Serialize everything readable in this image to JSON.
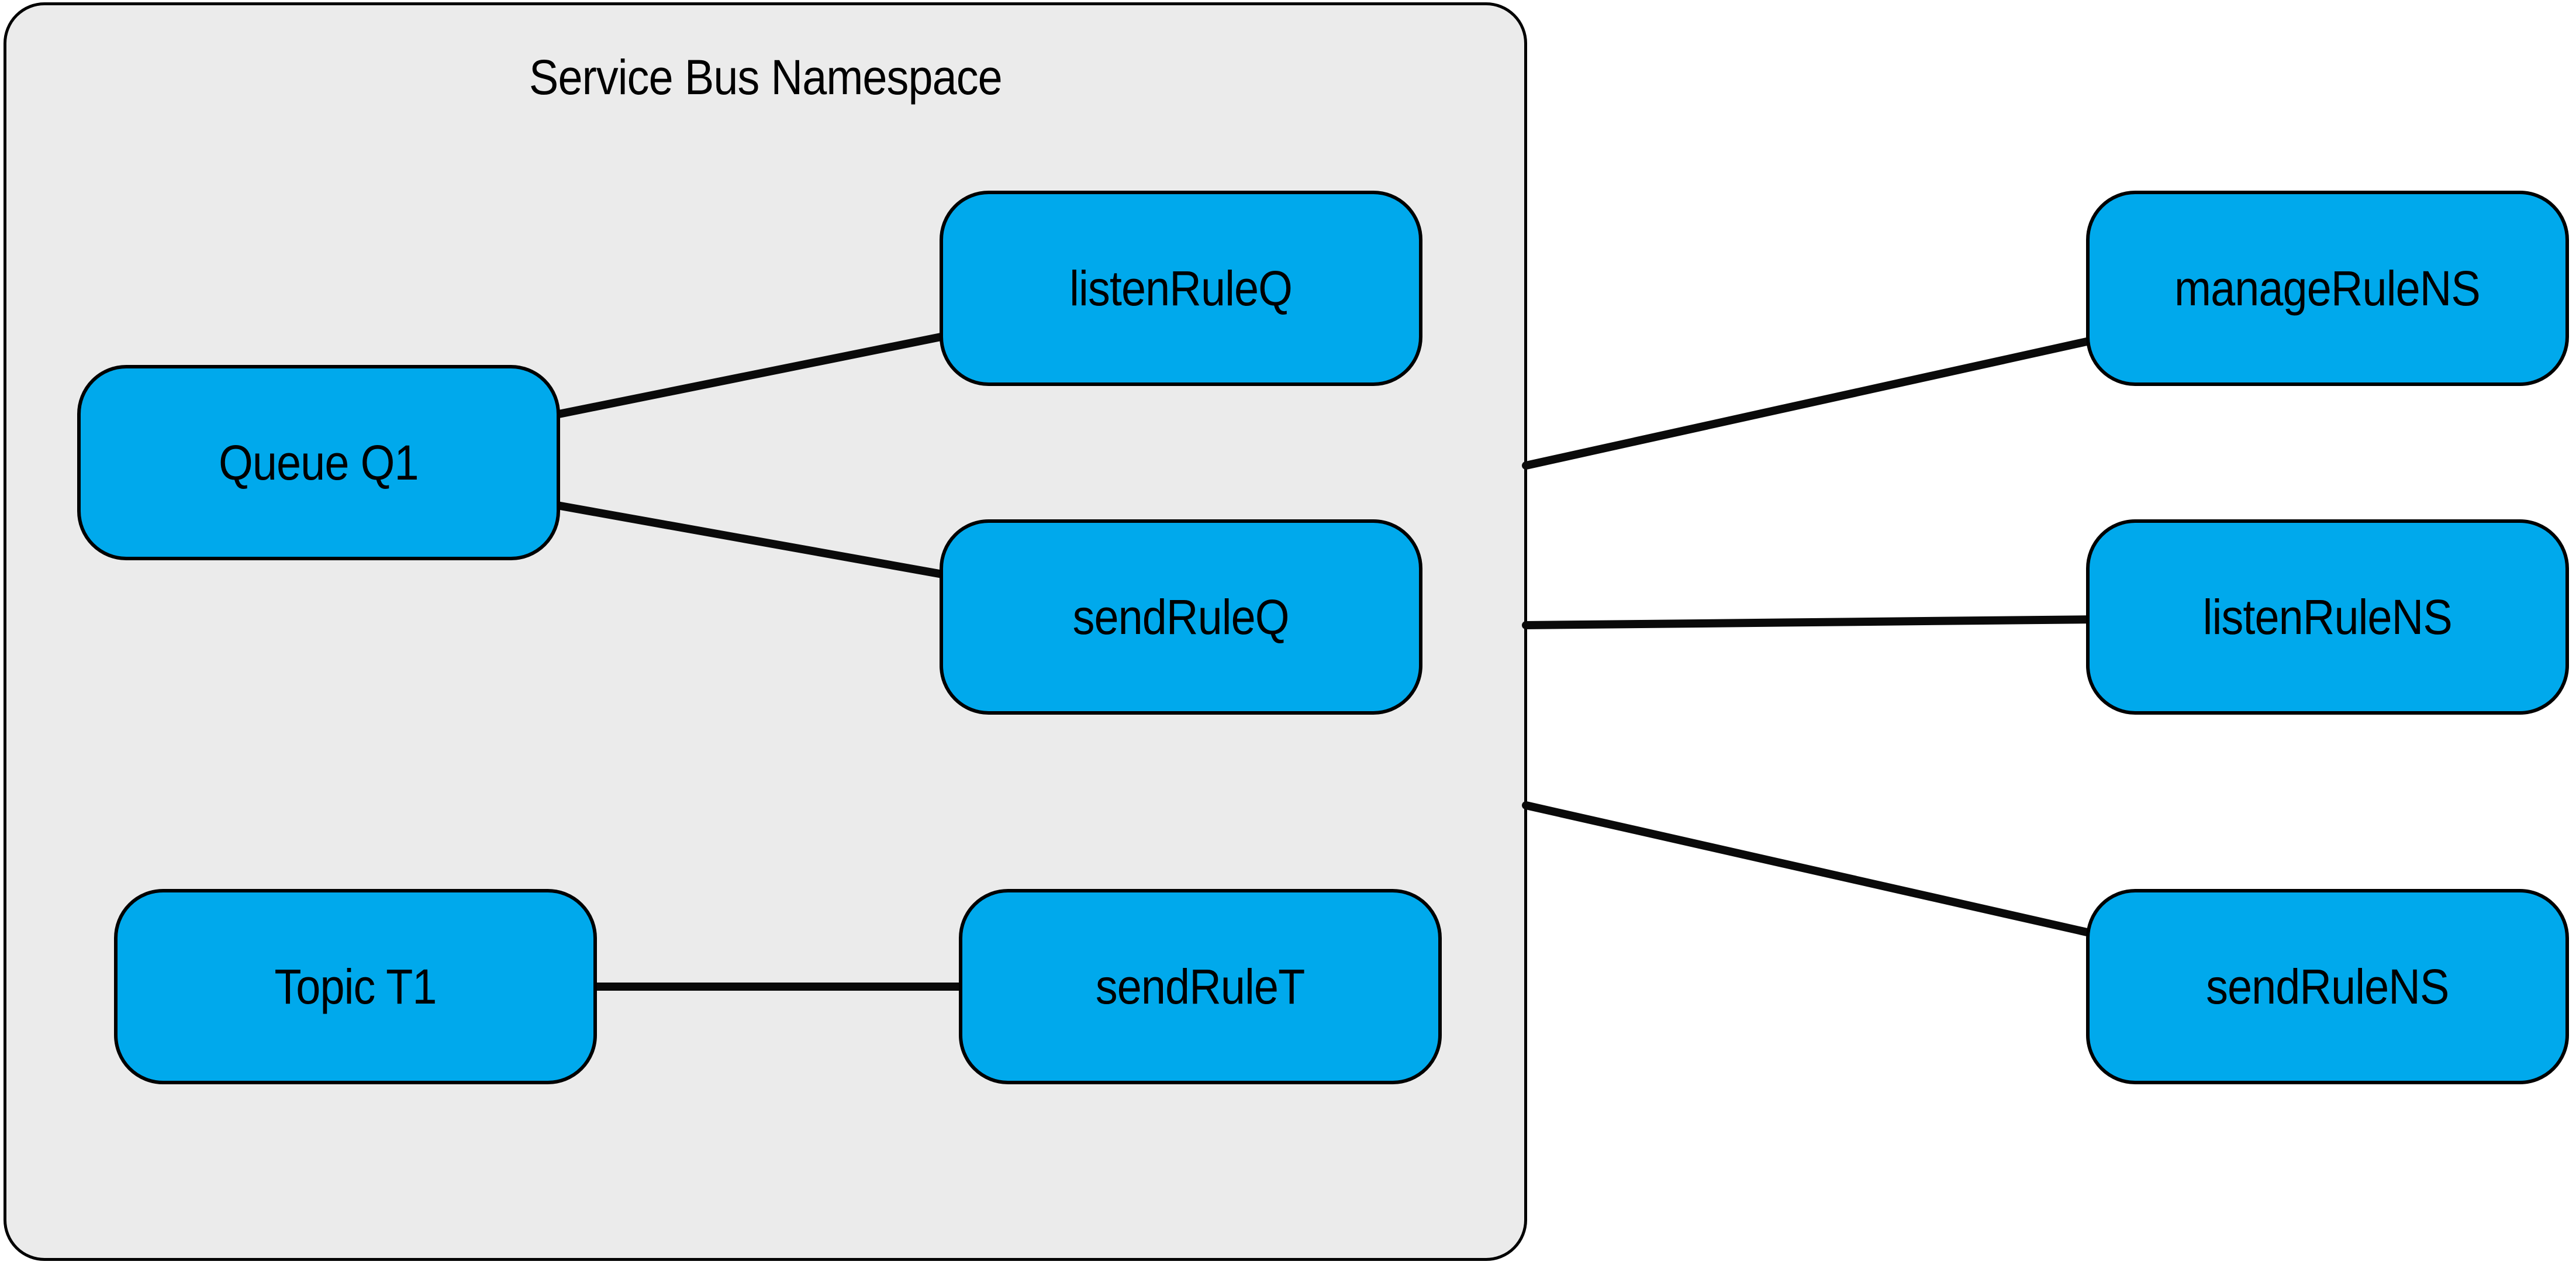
{
  "diagram": {
    "title": "Service Bus Namespace",
    "nodes": [
      {
        "id": "queue-q1",
        "label": "Queue Q1",
        "group": "namespace"
      },
      {
        "id": "listen-rule-q",
        "label": "listenRuleQ",
        "group": "namespace"
      },
      {
        "id": "send-rule-q",
        "label": "sendRuleQ",
        "group": "namespace"
      },
      {
        "id": "topic-t1",
        "label": "Topic T1",
        "group": "namespace"
      },
      {
        "id": "send-rule-t",
        "label": "sendRuleT",
        "group": "namespace"
      },
      {
        "id": "manage-rule-ns",
        "label": "manageRuleNS",
        "group": "external"
      },
      {
        "id": "listen-rule-ns",
        "label": "listenRuleNS",
        "group": "external"
      },
      {
        "id": "send-rule-ns",
        "label": "sendRuleNS",
        "group": "external"
      }
    ],
    "edges": [
      {
        "from": "Queue Q1",
        "to": "listenRuleQ"
      },
      {
        "from": "Queue Q1",
        "to": "sendRuleQ"
      },
      {
        "from": "Topic T1",
        "to": "sendRuleT"
      },
      {
        "from": "Service Bus Namespace",
        "to": "manageRuleNS"
      },
      {
        "from": "Service Bus Namespace",
        "to": "listenRuleNS"
      },
      {
        "from": "Service Bus Namespace",
        "to": "sendRuleNS"
      }
    ],
    "colors": {
      "background": "#ffffff",
      "namespace_fill": "#ebebeb",
      "namespace_border": "#000000",
      "node_fill": "#00a9ec",
      "node_border": "#000000",
      "connector": "#0a0a0a",
      "text": "#000000"
    }
  }
}
